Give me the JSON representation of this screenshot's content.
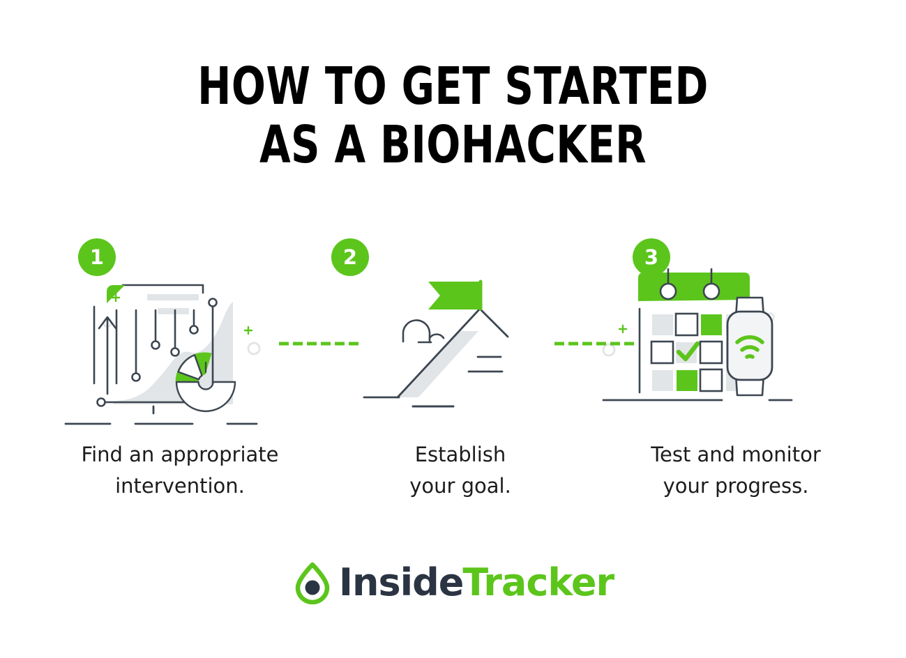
{
  "title": {
    "line1": "HOW TO GET STARTED",
    "line2": "AS A BIOHACKER"
  },
  "colors": {
    "green": "#5cc51c",
    "dark_navy": "#3c4651",
    "logo_navy": "#2b3442",
    "light_gray": "#e2e5e7",
    "text": "#1c1c1c",
    "background": "#ffffff"
  },
  "steps": [
    {
      "number": "1",
      "caption_line1": "Find an appropriate",
      "caption_line2": "intervention.",
      "illustration": "data-report-chart-illustration"
    },
    {
      "number": "2",
      "caption_line1": "Establish",
      "caption_line2": "your goal.",
      "illustration": "mountain-flag-goal-illustration"
    },
    {
      "number": "3",
      "caption_line1": "Test and monitor",
      "caption_line2": "your progress.",
      "illustration": "calendar-smartwatch-illustration"
    }
  ],
  "logo": {
    "brand_part1": "Inside",
    "brand_part2": "Tracker",
    "icon": "droplet-icon"
  }
}
